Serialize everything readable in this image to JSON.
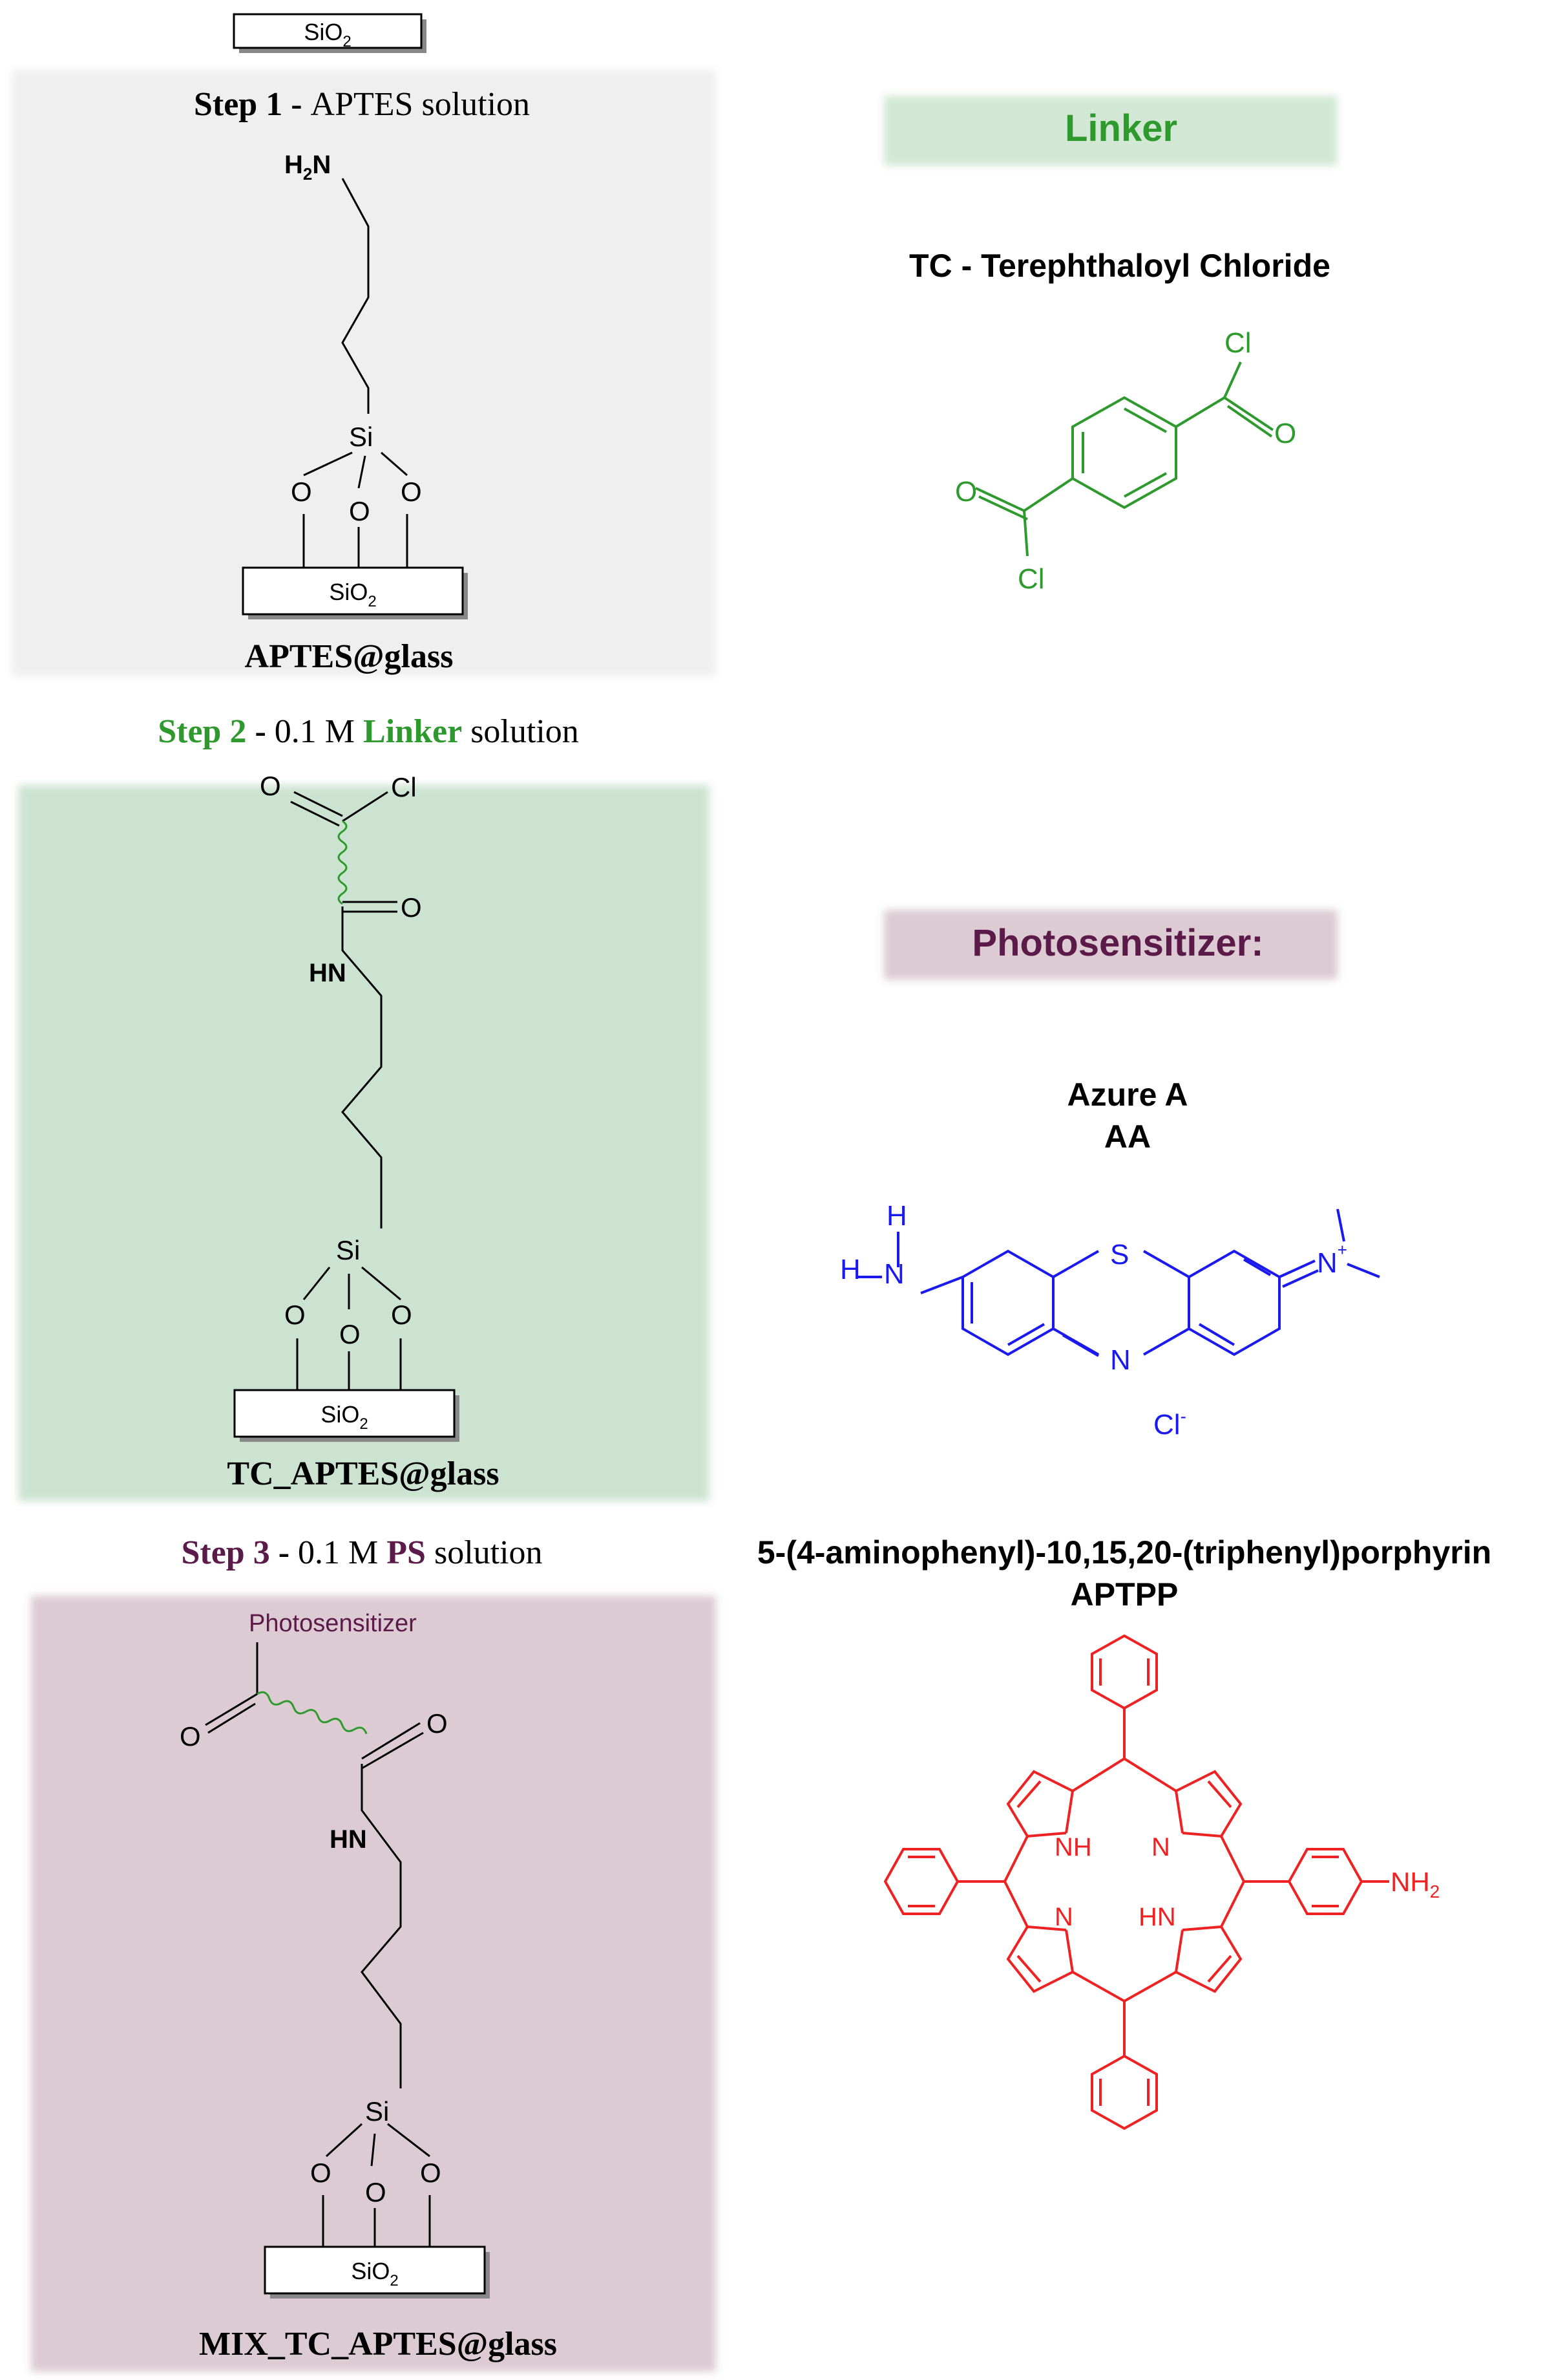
{
  "colors": {
    "black": "#000000",
    "linker_green": "#2e9a2e",
    "ps_purple": "#5b1a4a",
    "azure_blue": "#1a1aee",
    "porphyrin_red": "#ee2222",
    "step1_bg": "#efefef",
    "step2_bg": "#cde3d1",
    "step3_bg": "#dccbd2",
    "linker_box": "#d2e8d4",
    "ps_box": "#dccbd2"
  },
  "top_substrate": {
    "sio2_label": "SiO"
  },
  "step1": {
    "title_bold": "Step 1",
    "title_rest": "APTES solution",
    "product": "APTES@glass"
  },
  "step2": {
    "title_bold": "Step 2",
    "title_rest": "0.1 M",
    "title_linker": "Linker",
    "title_end": "solution",
    "product": "TC_APTES@glass"
  },
  "step3": {
    "title_bold": "Step 3",
    "title_rest": "0.1 M",
    "title_ps": "PS",
    "title_end": "solution",
    "product": "MIX_TC_APTES@glass",
    "ps_label": "Photosensitizer"
  },
  "atoms": {
    "H2N": "H",
    "HN": "HN",
    "Si": "Si",
    "O": "O",
    "Cl": "Cl",
    "N": "N",
    "S": "S",
    "H": "H",
    "NH": "NH",
    "NH2": "NH",
    "sio2": "SiO"
  },
  "linker_panel": {
    "heading": "Linker",
    "compound": "TC - Terephthaloyl Chloride"
  },
  "ps_panel": {
    "heading": "Photosensitizer:",
    "azure_name": "Azure A",
    "azure_abbr": "AA",
    "aptpp_name": "5-(4-aminophenyl)-10,15,20-(triphenyl)porphyrin",
    "aptpp_abbr": "APTPP"
  },
  "icons": {
    "sio2_slab": "glass-substrate-block",
    "wavy_bond": "generic-linker-chain"
  }
}
